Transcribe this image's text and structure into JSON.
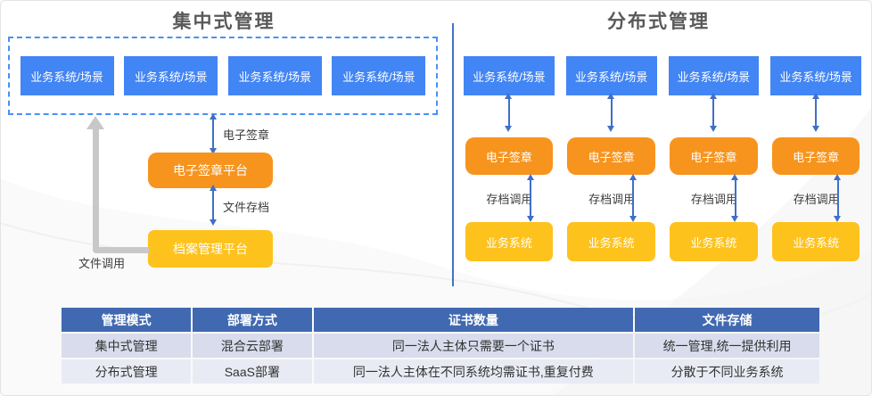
{
  "left": {
    "title": "集中式管理",
    "scenarios": [
      "业务系统/场景",
      "业务系统/场景",
      "业务系统/场景",
      "业务系统/场景"
    ],
    "esign_label": "电子签章",
    "esign_platform": "电子签章平台",
    "archive_label": "文件存档",
    "archive_platform": "档案管理平台",
    "file_call_label": "文件调用"
  },
  "right": {
    "title": "分布式管理",
    "columns": [
      {
        "scenario": "业务系统/场景",
        "esign": "电子签章",
        "archive_label": "存档调用",
        "system": "业务系统"
      },
      {
        "scenario": "业务系统/场景",
        "esign": "电子签章",
        "archive_label": "存档调用",
        "system": "业务系统"
      },
      {
        "scenario": "业务系统/场景",
        "esign": "电子签章",
        "archive_label": "存档调用",
        "system": "业务系统"
      },
      {
        "scenario": "业务系统/场景",
        "esign": "电子签章",
        "archive_label": "存档调用",
        "system": "业务系统"
      }
    ]
  },
  "table": {
    "headers": [
      "管理模式",
      "部署方式",
      "证书数量",
      "文件存储"
    ],
    "rows": [
      [
        "集中式管理",
        "混合云部署",
        "同一法人主体只需要一个证书",
        "统一管理,统一提供利用"
      ],
      [
        "分布式管理",
        "SaaS部署",
        "同一法人主体在不同系统均需证书,重复付费",
        "分散于不同业务系统"
      ]
    ]
  },
  "colors": {
    "scenario_box_blue": "#4285f4",
    "esign_box_orange": "#f7941e",
    "system_box_yellow": "#fec21d",
    "arrow_blue": "#3f6fc8",
    "divider_blue": "#4472c4",
    "gray_arrow": "#c8c8c8",
    "dashed_border_blue": "#4a90f5",
    "title_gray": "#595959",
    "table_header_blue": "#4169b2",
    "table_row_light": "#d8dcec",
    "table_row_lighter": "#e9ebf4"
  }
}
